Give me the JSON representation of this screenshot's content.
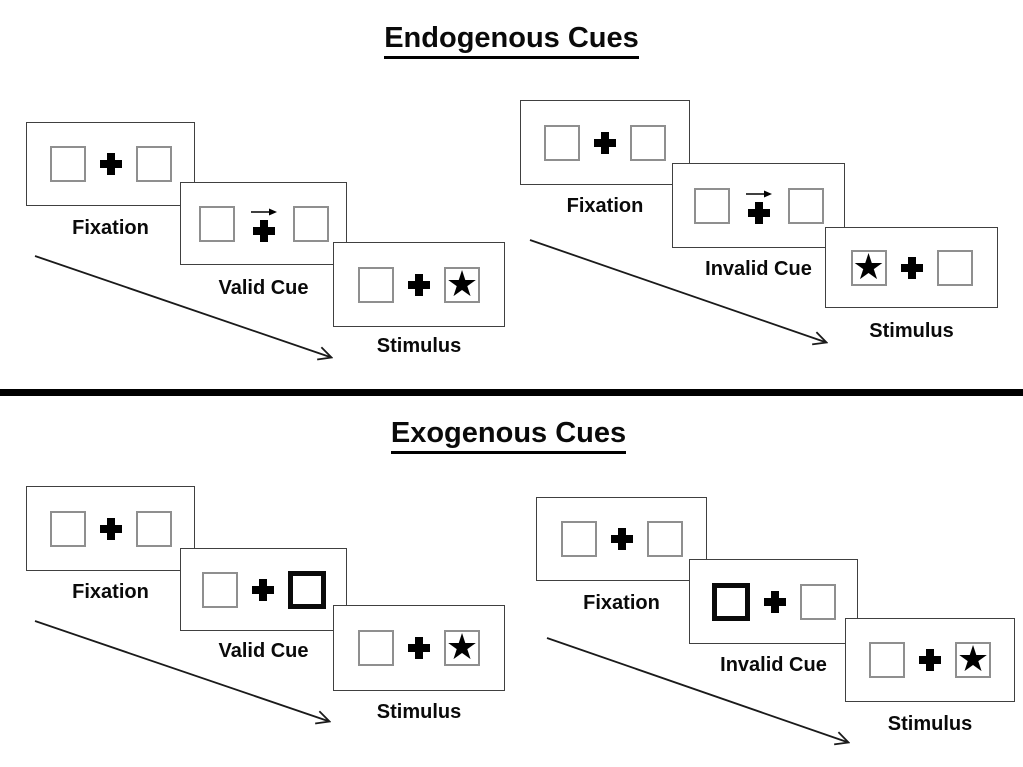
{
  "sections": [
    {
      "title": "Endogenous Cues",
      "groups": [
        {
          "condition": "valid",
          "cue_type": "central-arrow-right",
          "target_side": "right",
          "panels": [
            {
              "label": "Fixation"
            },
            {
              "label": "Valid Cue"
            },
            {
              "label": "Stimulus"
            }
          ]
        },
        {
          "condition": "invalid",
          "cue_type": "central-arrow-right",
          "target_side": "left",
          "panels": [
            {
              "label": "Fixation"
            },
            {
              "label": "Invalid Cue"
            },
            {
              "label": "Stimulus"
            }
          ]
        }
      ]
    },
    {
      "title": "Exogenous Cues",
      "groups": [
        {
          "condition": "valid",
          "cue_type": "highlighted-box-right",
          "target_side": "right",
          "panels": [
            {
              "label": "Fixation"
            },
            {
              "label": "Valid Cue"
            },
            {
              "label": "Stimulus"
            }
          ]
        },
        {
          "condition": "invalid",
          "cue_type": "highlighted-box-left",
          "target_side": "right",
          "panels": [
            {
              "label": "Fixation"
            },
            {
              "label": "Invalid Cue"
            },
            {
              "label": "Stimulus"
            }
          ]
        }
      ]
    }
  ],
  "glyphs": {
    "star": "★"
  },
  "colors": {
    "background": "#ffffff",
    "ink": "#000000",
    "box_border_gray": "#8f8f8f",
    "panel_border": "#404040",
    "highlight_border": "#000000"
  }
}
